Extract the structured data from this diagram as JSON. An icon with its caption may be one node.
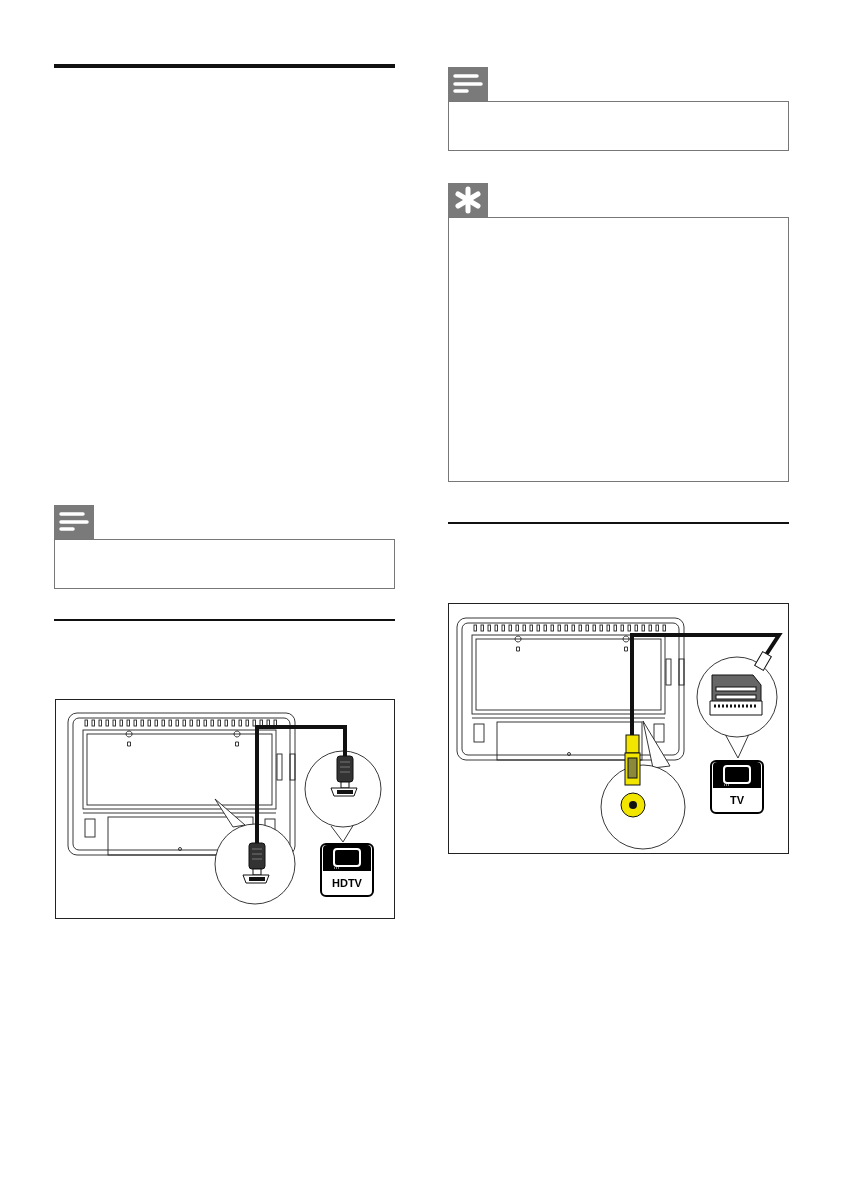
{
  "diagram": {
    "nodes": [
      {
        "text": [],
        "shape": "box"
      },
      {
        "text": [
          "HDTV"
        ]
      },
      {
        "text": [],
        "shape": "box"
      },
      {
        "text": [],
        "shape": "box"
      },
      {
        "text": [
          "TV"
        ]
      }
    ]
  }
}
